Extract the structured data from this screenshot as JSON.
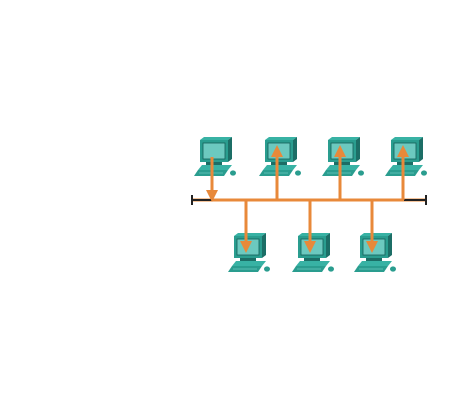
{
  "diagram": {
    "type": "bus-network-topology",
    "colors": {
      "background": "#ffffff",
      "bus_line": "#e8893a",
      "bus_terminator": "#222222",
      "computer_face": "#2a9d8f",
      "computer_top": "#38b2a4",
      "computer_side": "#1c6e66",
      "computer_screen": "#6cc9bf",
      "computer_screen_border": "#146058"
    },
    "icons": {
      "node": "computer-icon",
      "bus": "bus-line",
      "terminator": "terminator-icon",
      "flow": "arrow-icon"
    },
    "top_row": [
      {
        "name": "computer-1",
        "flow": "from-computer-to-bus"
      },
      {
        "name": "computer-2",
        "flow": "from-bus-to-computer"
      },
      {
        "name": "computer-3",
        "flow": "from-bus-to-computer"
      },
      {
        "name": "computer-4",
        "flow": "from-bus-to-computer"
      }
    ],
    "bottom_row": [
      {
        "name": "computer-5",
        "flow": "from-bus-to-computer"
      },
      {
        "name": "computer-6",
        "flow": "from-bus-to-computer"
      },
      {
        "name": "computer-7",
        "flow": "from-bus-to-computer"
      }
    ]
  }
}
